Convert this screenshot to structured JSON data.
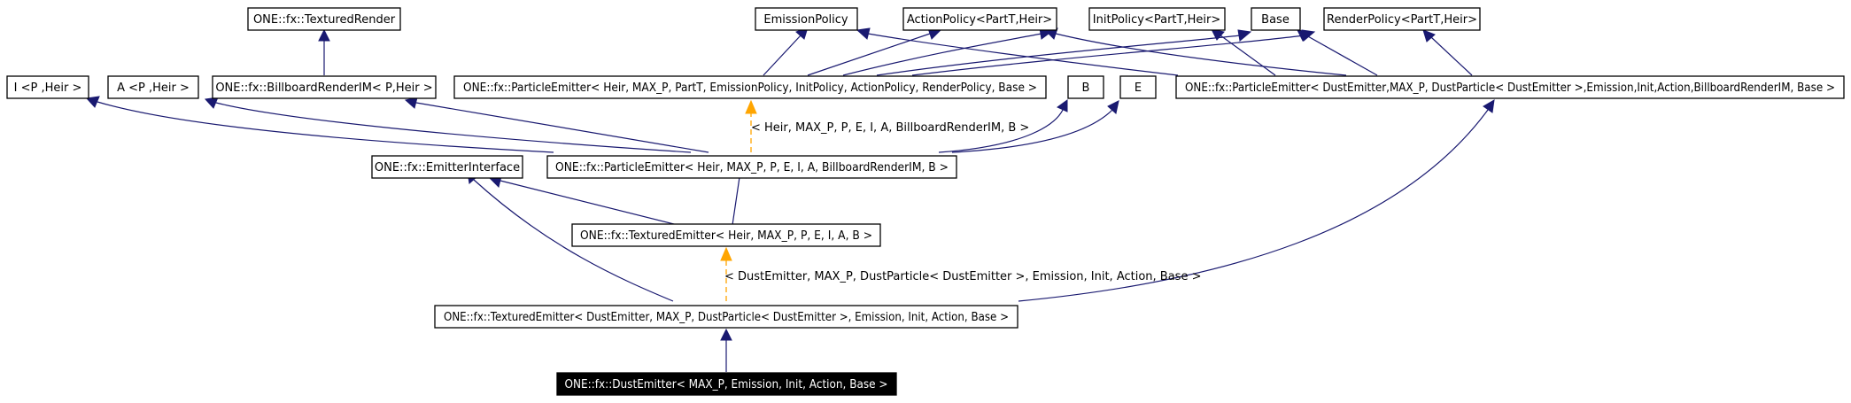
{
  "colors": {
    "inheritance_edge": "#191970",
    "template_edge": "#ffa500",
    "focus_node_fill": "#000000",
    "focus_node_text": "#ffffff",
    "node_border": "#000000"
  },
  "nodes": {
    "textured_render": "ONE::fx::TexturedRender",
    "emission_policy": "EmissionPolicy",
    "action_policy": "ActionPolicy<PartT,Heir>",
    "init_policy": "InitPolicy<PartT,Heir>",
    "base": "Base",
    "render_policy": "RenderPolicy<PartT,Heir>",
    "i_p_heir": "I <P ,Heir >",
    "a_p_heir": "A <P ,Heir >",
    "billboard_render_im": "ONE::fx::BillboardRenderIM< P,Heir >",
    "particle_emitter_generic": "ONE::fx::ParticleEmitter< Heir, MAX_P, PartT, EmissionPolicy, InitPolicy, ActionPolicy, RenderPolicy, Base >",
    "b": "B",
    "e": "E",
    "particle_emitter_dust": "ONE::fx::ParticleEmitter< DustEmitter,MAX_P, DustParticle< DustEmitter >,Emission,Init,Action,BillboardRenderIM, Base >",
    "emitter_interface": "ONE::fx::EmitterInterface",
    "particle_emitter_billboard": "ONE::fx::ParticleEmitter< Heir, MAX_P, P, E, I, A, BillboardRenderIM, B >",
    "textured_emitter_generic": "ONE::fx::TexturedEmitter< Heir, MAX_P, P, E, I, A, B >",
    "textured_emitter_dust": "ONE::fx::TexturedEmitter< DustEmitter, MAX_P, DustParticle< DustEmitter >, Emission, Init, Action, Base >",
    "dust_emitter": "ONE::fx::DustEmitter< MAX_P, Emission, Init, Action, Base >"
  },
  "edge_labels": {
    "particle_emitter_instantiation": "< Heir, MAX_P, P, E, I, A, BillboardRenderIM, B >",
    "textured_emitter_instantiation": "< DustEmitter, MAX_P, DustParticle< DustEmitter >, Emission, Init, Action, Base >"
  }
}
